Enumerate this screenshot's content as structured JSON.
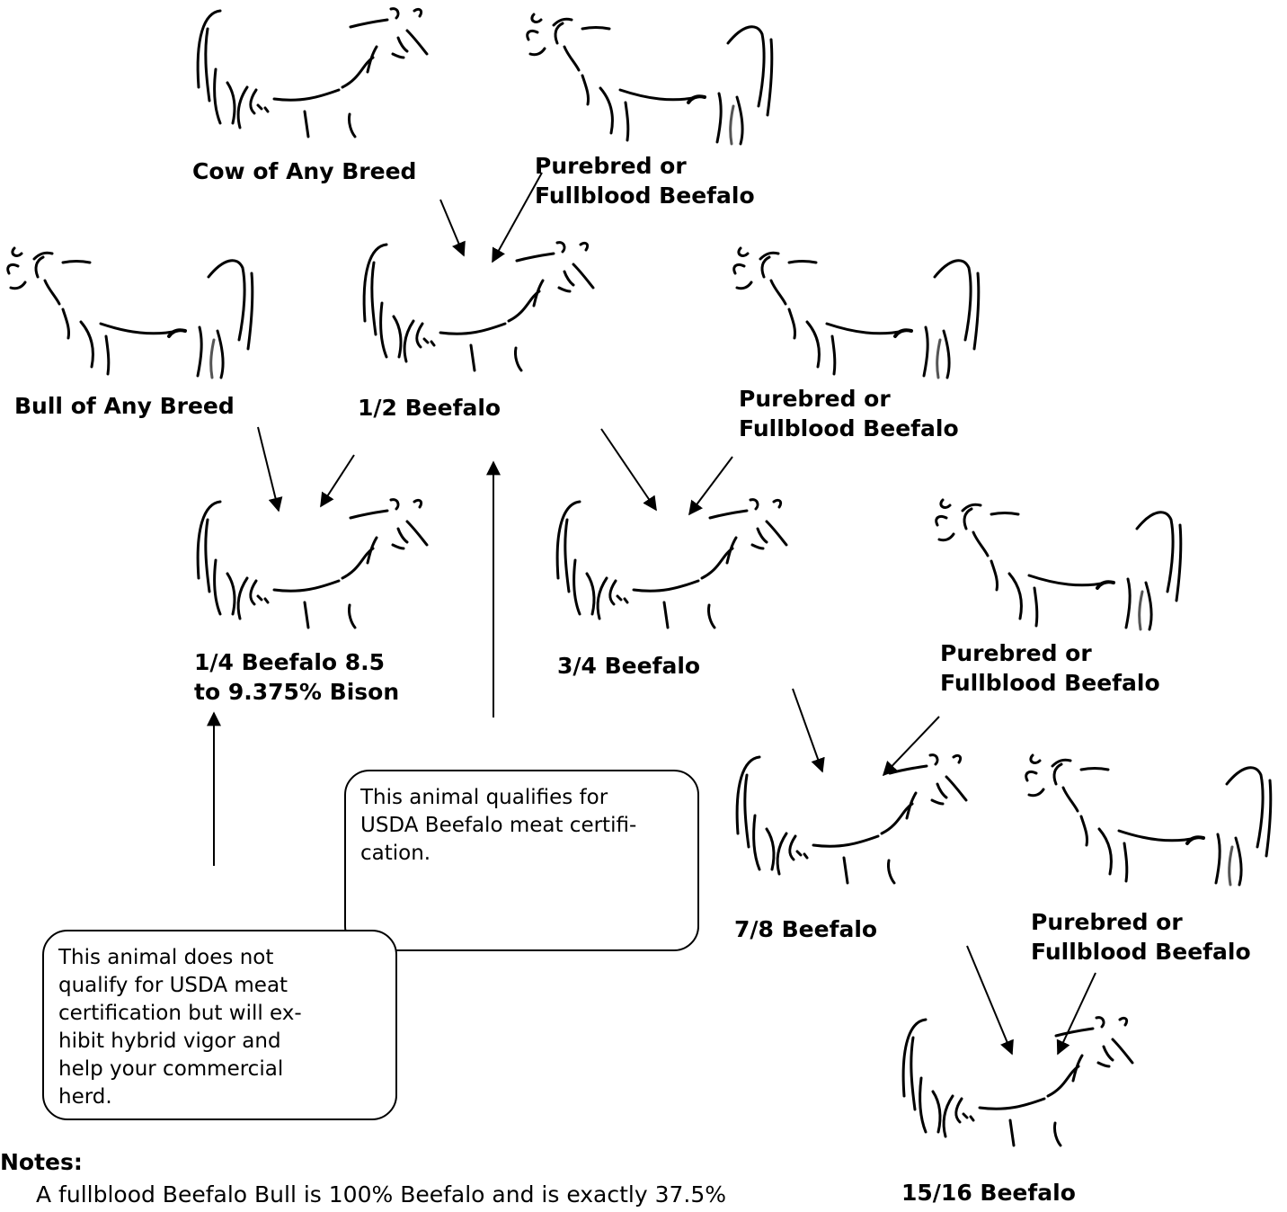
{
  "labels": {
    "cow_any": "Cow of Any Breed",
    "pure1_l1": "Purebred or",
    "pure1_l2": "Fullblood Beefalo",
    "bull_any": "Bull of Any Breed",
    "half": "1/2 Beefalo",
    "pure2_l1": "Purebred or",
    "pure2_l2": "Fullblood Beefalo",
    "quarter_l1": "1/4 Beefalo 8.5",
    "quarter_l2": "to 9.375% Bison",
    "threequarter": "3/4 Beefalo",
    "pure3_l1": "Purebred or",
    "pure3_l2": "Fullblood Beefalo",
    "seveneighths": "7/8 Beefalo",
    "pure4_l1": "Purebred or",
    "pure4_l2": "Fullblood Beefalo",
    "fifteen": "15/16 Beefalo"
  },
  "callouts": {
    "qualifies": [
      "This animal qualifies for",
      "USDA Beefalo meat certifi-",
      "cation."
    ],
    "not_qualify": [
      "This animal does not",
      "qualify for USDA meat",
      "certification but will ex-",
      "hibit hybrid vigor and",
      "help your commercial",
      "herd."
    ]
  },
  "notes": {
    "title": "Notes:",
    "text": "A fullblood Beefalo Bull is 100% Beefalo and is exactly 37.5%"
  }
}
